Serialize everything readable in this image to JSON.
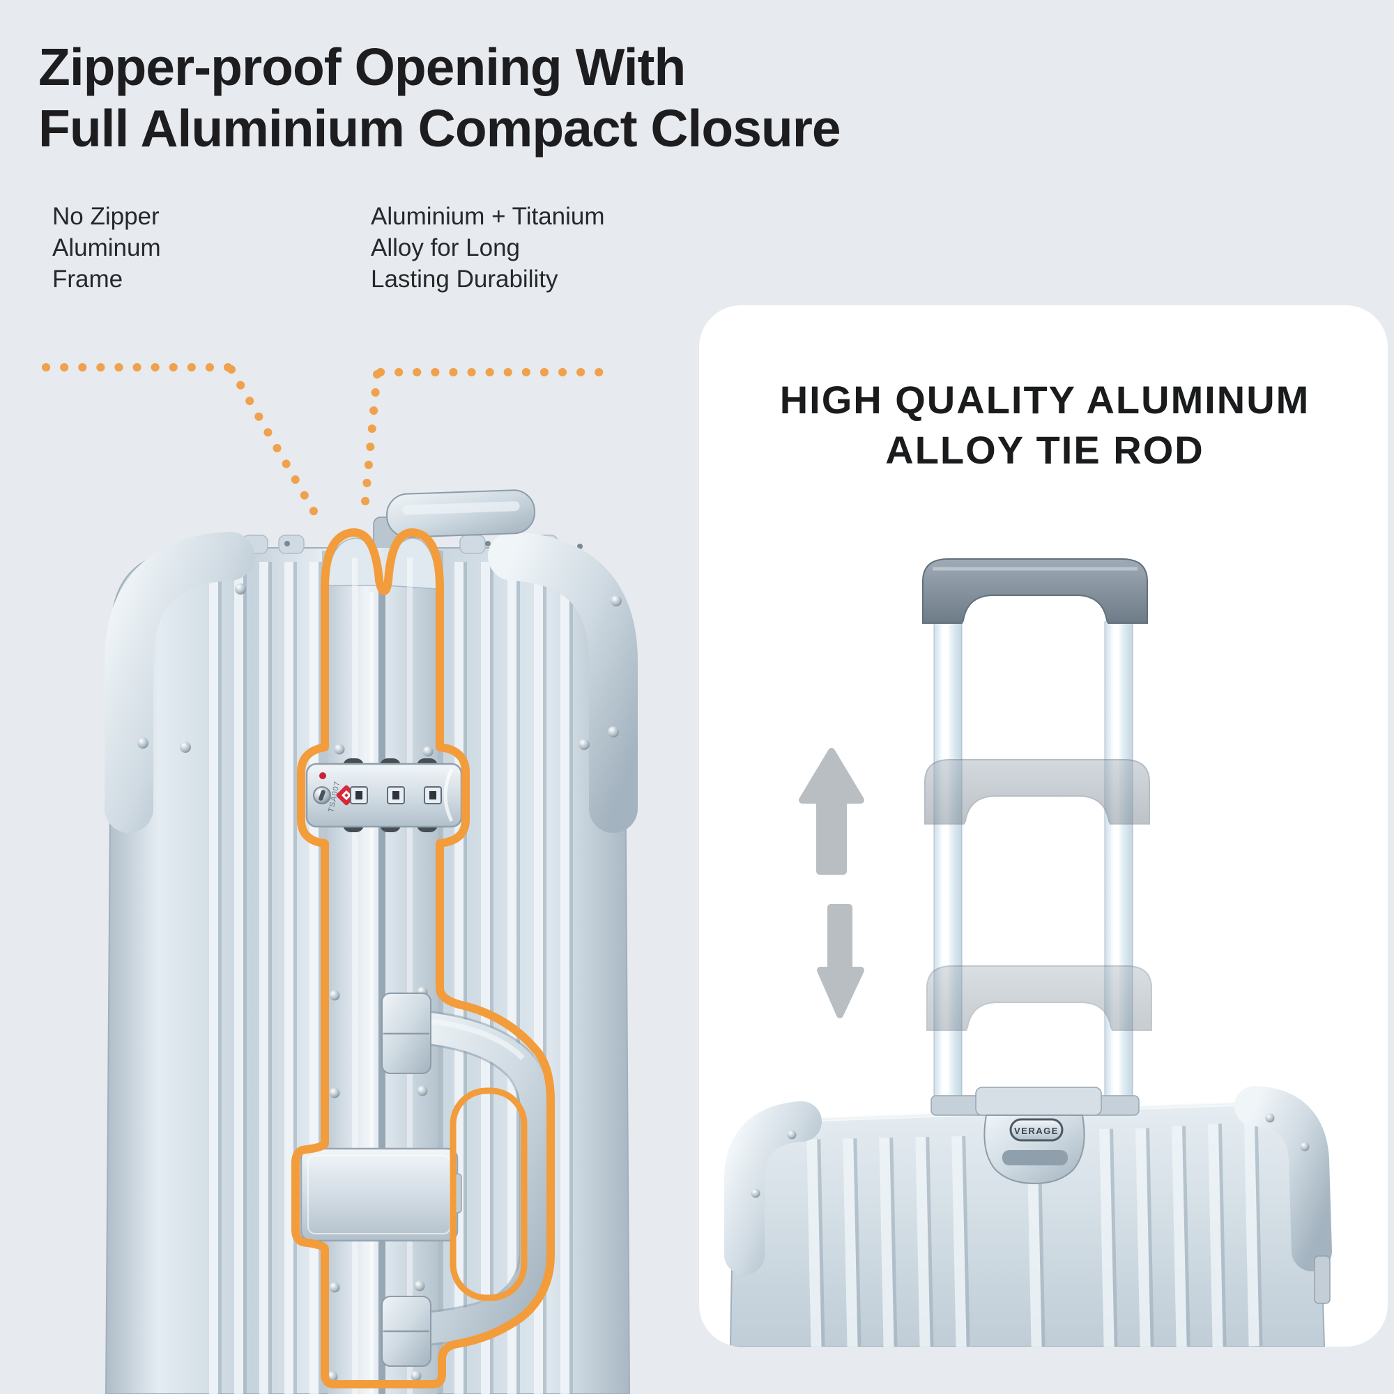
{
  "header": {
    "title_line1": "Zipper-proof Opening With",
    "title_line2": "Full Aluminium Compact Closure"
  },
  "callouts": {
    "left": {
      "line1": "No Zipper",
      "line2": "Aluminum",
      "line3": "Frame"
    },
    "right": {
      "line1": "Aluminium + Titanium",
      "line2": "Alloy for Long",
      "line3": "Lasting Durability"
    }
  },
  "left_figure": {
    "lock_text": "TSA007"
  },
  "right_panel": {
    "heading_line1": "HIGH QUALITY ALUMINUM",
    "heading_line2": "ALLOY TIE ROD",
    "brand_badge": "VERAGE",
    "arrow_icons": [
      "up-arrow",
      "down-arrow"
    ]
  },
  "colors": {
    "background": "#e7eaee",
    "panel_background": "#ffffff",
    "accent_orange_outline": "#F39C3B",
    "accent_orange_dots": "#F0A14B",
    "title_text": "#1d1d1f",
    "arrow_gray": "#b9bec3",
    "lock_red": "#d6283a",
    "suitcase_silver": "#cdd9e2"
  }
}
